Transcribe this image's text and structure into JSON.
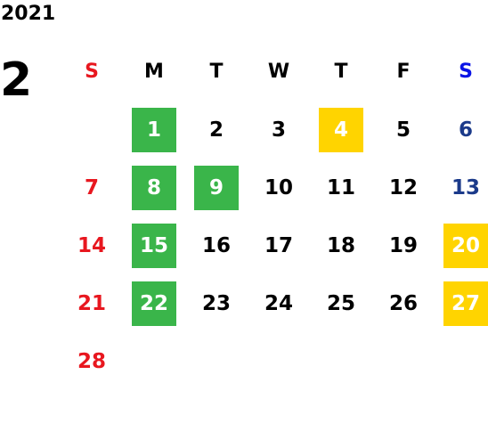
{
  "year": "2021",
  "month": "2",
  "weekdays": [
    "S",
    "M",
    "T",
    "W",
    "T",
    "F",
    "S"
  ],
  "colors": {
    "sunday": "#e8171f",
    "saturday": "#1b3a8a",
    "saturday_header": "#0a14e6",
    "green_highlight": "#3ab54a",
    "yellow_highlight": "#ffd400"
  },
  "weeks": [
    [
      {
        "day": ""
      },
      {
        "day": "1",
        "highlight": "green"
      },
      {
        "day": "2"
      },
      {
        "day": "3"
      },
      {
        "day": "4",
        "highlight": "yellow"
      },
      {
        "day": "5"
      },
      {
        "day": "6"
      }
    ],
    [
      {
        "day": "7"
      },
      {
        "day": "8",
        "highlight": "green"
      },
      {
        "day": "9",
        "highlight": "green"
      },
      {
        "day": "10"
      },
      {
        "day": "11"
      },
      {
        "day": "12"
      },
      {
        "day": "13"
      }
    ],
    [
      {
        "day": "14"
      },
      {
        "day": "15",
        "highlight": "green"
      },
      {
        "day": "16"
      },
      {
        "day": "17"
      },
      {
        "day": "18"
      },
      {
        "day": "19"
      },
      {
        "day": "20",
        "highlight": "yellow"
      }
    ],
    [
      {
        "day": "21"
      },
      {
        "day": "22",
        "highlight": "green"
      },
      {
        "day": "23"
      },
      {
        "day": "24"
      },
      {
        "day": "25"
      },
      {
        "day": "26"
      },
      {
        "day": "27",
        "highlight": "yellow"
      }
    ],
    [
      {
        "day": "28"
      },
      {
        "day": ""
      },
      {
        "day": ""
      },
      {
        "day": ""
      },
      {
        "day": ""
      },
      {
        "day": ""
      },
      {
        "day": ""
      }
    ]
  ]
}
